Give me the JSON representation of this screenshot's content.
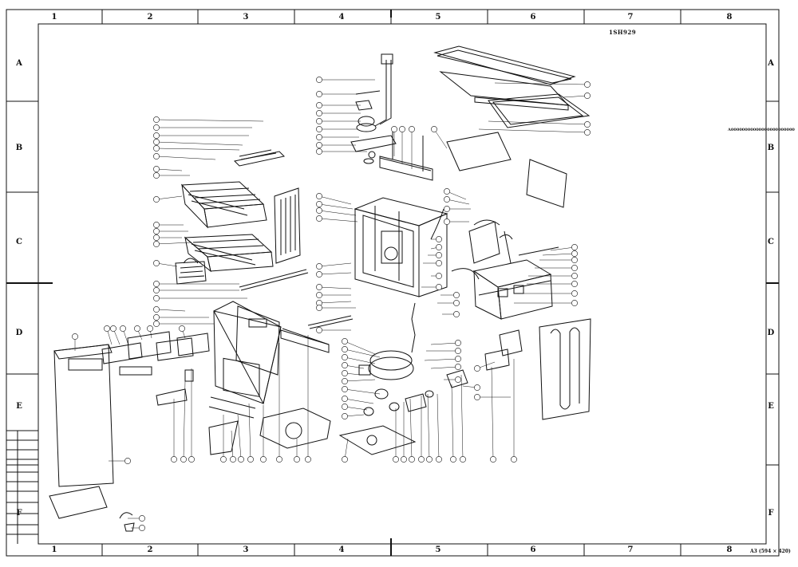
{
  "drawing": {
    "code": "1SH929",
    "format_note": "A3 (594 × 420)",
    "side_note": "A00000000000000000000000"
  },
  "grid": {
    "columns": [
      "1",
      "2",
      "3",
      "4",
      "5",
      "6",
      "7",
      "8"
    ],
    "rows": [
      "A",
      "B",
      "C",
      "D",
      "E",
      "F"
    ]
  },
  "style": {
    "line_color": "#111111",
    "paper_color": "#ffffff"
  }
}
